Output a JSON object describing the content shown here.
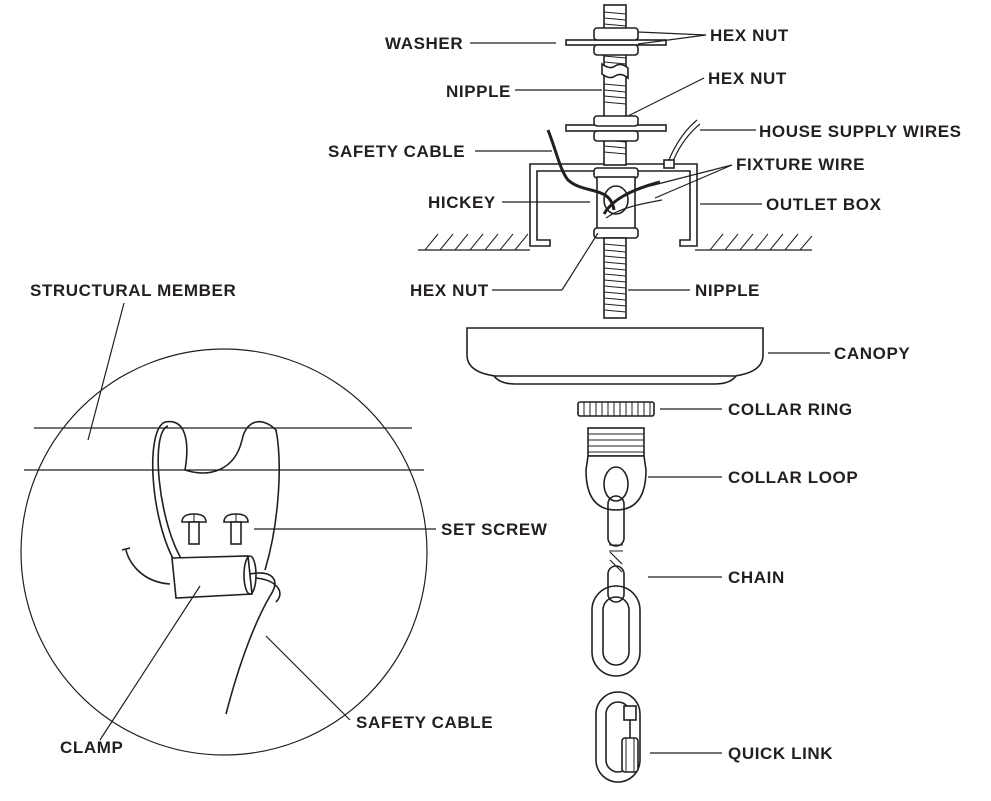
{
  "labels": {
    "washer": "WASHER",
    "hex_nut_top": "HEX NUT",
    "nipple_top": "NIPPLE",
    "hex_nut_mid": "HEX NUT",
    "house_supply_wires": "HOUSE SUPPLY WIRES",
    "safety_cable_top": "SAFETY CABLE",
    "fixture_wire": "FIXTURE WIRE",
    "hickey": "HICKEY",
    "outlet_box": "OUTLET BOX",
    "structural_member": "STRUCTURAL MEMBER",
    "hex_nut_bottom": "HEX NUT",
    "nipple_bottom": "NIPPLE",
    "canopy": "CANOPY",
    "collar_ring": "COLLAR RING",
    "collar_loop": "COLLAR LOOP",
    "set_screw": "SET SCREW",
    "chain": "CHAIN",
    "safety_cable_bottom": "SAFETY CABLE",
    "clamp": "CLAMP",
    "quick_link": "QUICK LINK"
  }
}
